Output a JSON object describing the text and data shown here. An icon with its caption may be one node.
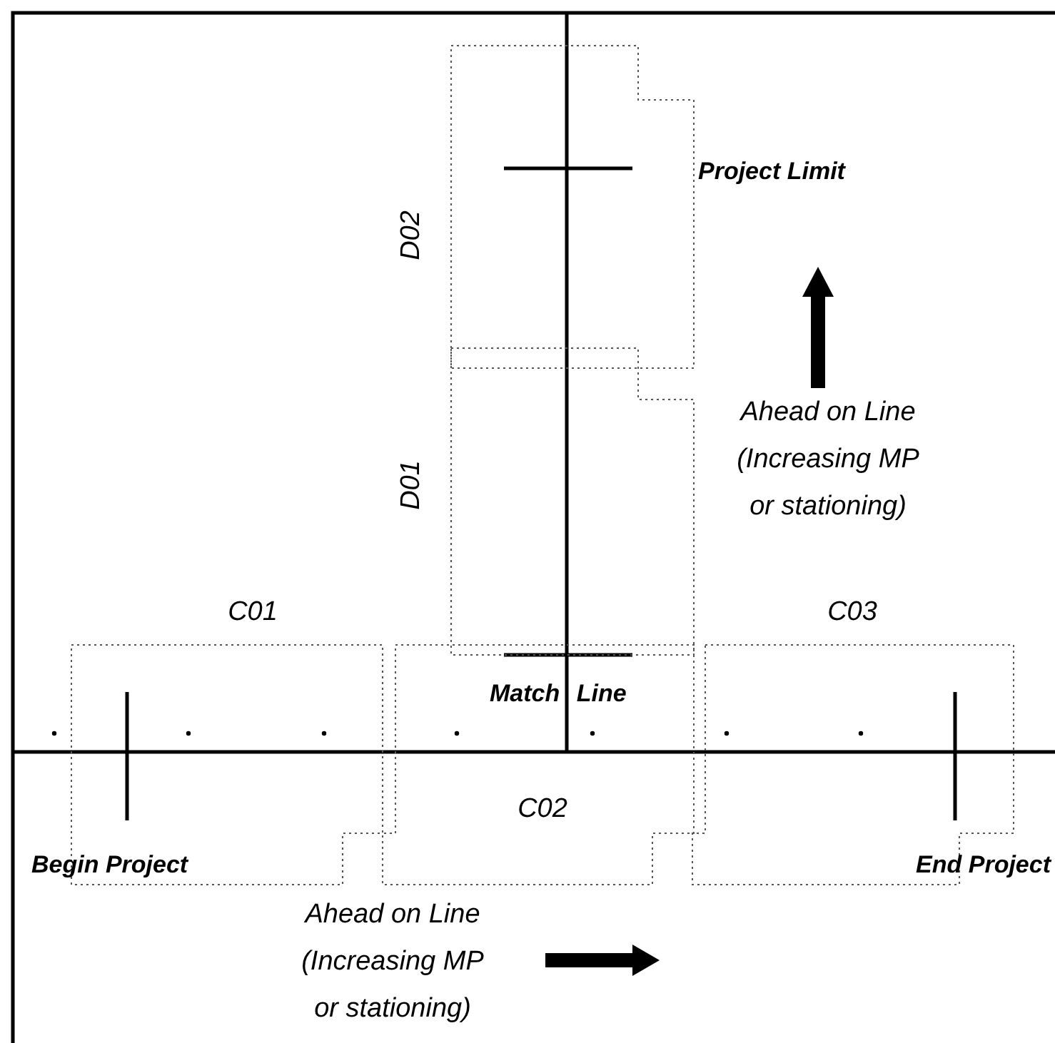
{
  "diagram": {
    "nodes": [
      {
        "text": [
          "D02"
        ]
      },
      {
        "text": [
          "D01"
        ]
      },
      {
        "text": [
          "C01"
        ]
      },
      {
        "text": [
          "C02"
        ]
      },
      {
        "text": [
          "C03"
        ]
      }
    ],
    "labels": [
      "Project Limit",
      "Ahead on Line (Increasing MP or stationing)",
      "Match Line",
      "Begin Project",
      "End Project",
      "Ahead on Line (Increasing MP or stationing)"
    ]
  }
}
